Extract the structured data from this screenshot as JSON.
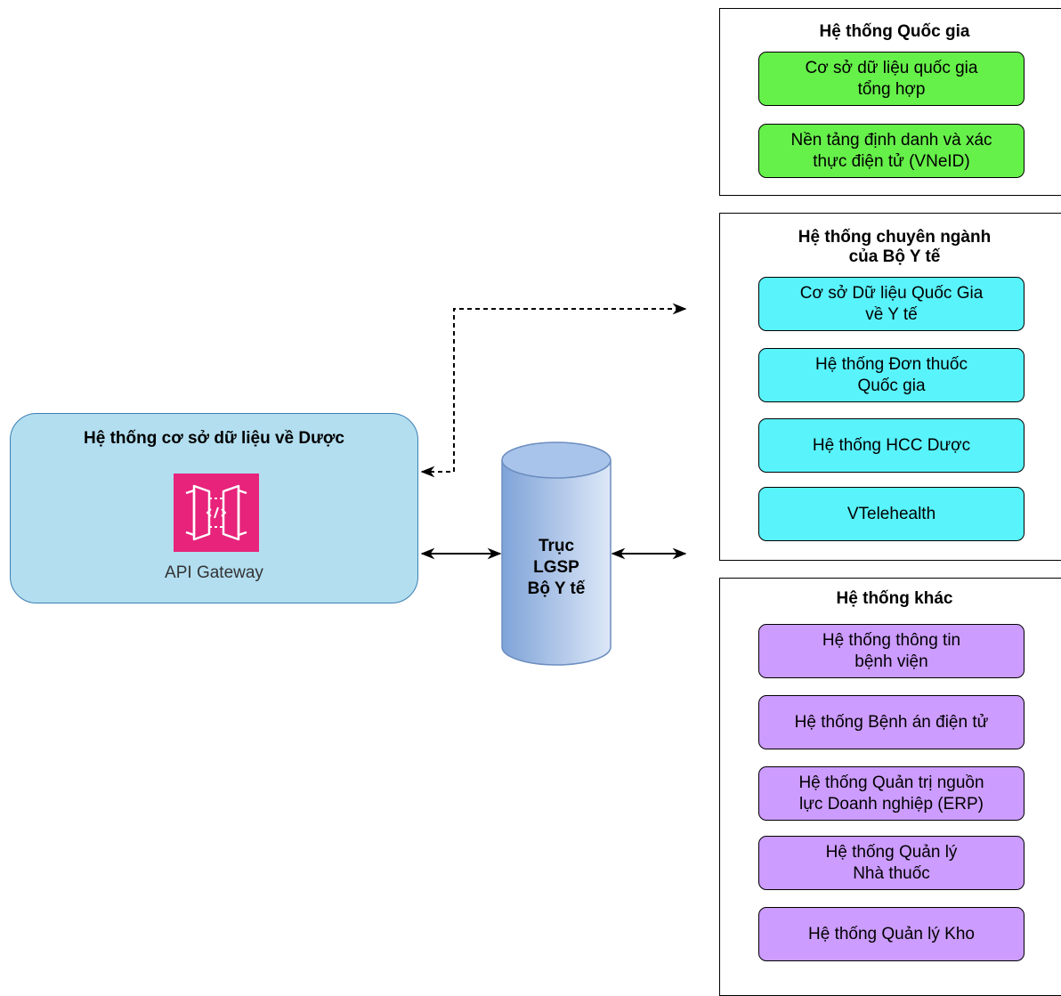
{
  "main_system": {
    "title": "Hệ thống cơ sở dữ liệu về Dược",
    "api_label": "API Gateway",
    "api_icon": "api-gateway-icon"
  },
  "hub": {
    "label": "Trục\nLGSP\nBộ Y tế"
  },
  "groups": {
    "national": {
      "title": "Hệ thống Quốc gia",
      "items": [
        "Cơ sở dữ liệu quốc gia\ntổng hợp",
        "Nền tảng định danh và xác\nthực điện tử (VNeID)"
      ]
    },
    "health": {
      "title": "Hệ thống chuyên ngành\ncủa Bộ Y tế",
      "items": [
        "Cơ sở Dữ liệu Quốc Gia\nvề Y tế",
        "Hệ thống Đơn thuốc\nQuốc gia",
        "Hệ thống HCC Dược",
        "VTelehealth"
      ]
    },
    "other": {
      "title": "Hệ thống khác",
      "items": [
        "Hệ thống thông tin\nbệnh viện",
        "Hệ thống Bệnh án điện tử",
        "Hệ thống Quản trị nguồn\nlực Doanh nghiệp (ERP)",
        "Hệ thống Quản lý\nNhà thuốc",
        "Hệ thống Quản lý Kho"
      ]
    }
  },
  "colors": {
    "national": "#66f04a",
    "health": "#59f3fb",
    "other": "#cc9cff",
    "main": "#b2def0",
    "api_icon": "#e7237b"
  }
}
